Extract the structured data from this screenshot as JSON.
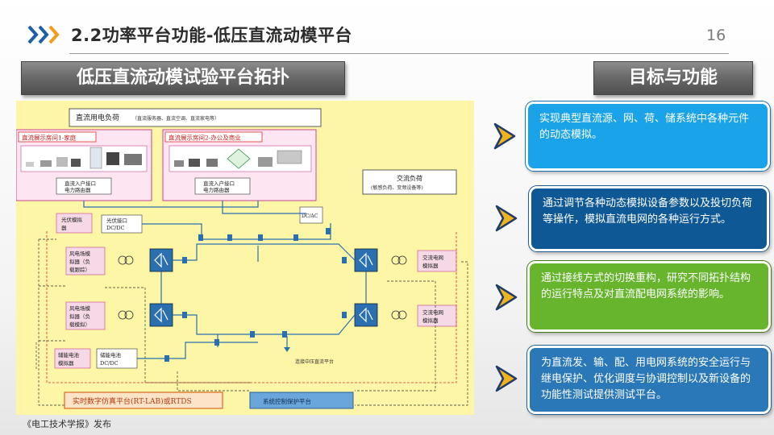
{
  "header": {
    "title": "2.2功率平台功能-低压直流动模平台",
    "page_number": "16"
  },
  "left_section": {
    "title": "低压直流动模试验平台拓扑"
  },
  "right_section": {
    "title": "目标与功能"
  },
  "diagram": {
    "dc_load": {
      "title": "直流用电负荷",
      "subtitle": "（直流服务器、直流空调、直流家电等）"
    },
    "room1": {
      "title": "直流展示房间1-家庭",
      "port_line1": "直流入户接口",
      "port_line2": "电力路由器"
    },
    "room2": {
      "title": "直流展示房间2-办公及商业",
      "port_line1": "直流入户接口",
      "port_line2": "电力路由器"
    },
    "ac_load": {
      "title": "交流负荷",
      "subtitle": "(敏感负荷、变频设备等)"
    },
    "dcac": "DC/AC",
    "pv_sim": {
      "line1": "光伏模拟",
      "line2": "器"
    },
    "pv_port": {
      "line1": "光伏接口",
      "line2": "DC/DC"
    },
    "wind1": {
      "line1": "风电场模",
      "line2": "拟器（负",
      "line3": "载跟踪）"
    },
    "wind2": {
      "line1": "风电场模",
      "line2": "拟器（负",
      "line3": "载模拟）"
    },
    "grid1": {
      "line1": "交流电网",
      "line2": "模拟器"
    },
    "grid2": {
      "line1": "交流电网",
      "line2": "模拟器"
    },
    "battery_sim": {
      "line1": "辅能电池",
      "line2": "模拟器"
    },
    "battery_port": {
      "line1": "储能电池",
      "line2": "DC/DC"
    },
    "arrow_label": "连接中压直流平台",
    "rt_sim": "实时数字仿真平台(RT-LAB)或RTDS",
    "protection": "系统控制保护平台"
  },
  "caption": "《电工技术学报》发布",
  "cards": [
    {
      "text": "实现典型直流源、网、荷、储系统中各种元件的动态模拟。",
      "color": "#1aa3e8"
    },
    {
      "text": "通过调节各种动态模拟设备参数以及投切负荷等操作，模拟直流电网的各种运行方式。",
      "color": "#0f5896"
    },
    {
      "text": "通过接线方式的切换重构，研究不同拓扑结构的运行特点及对直流配电网系统的影响。",
      "color": "#67b52d"
    },
    {
      "text": "为直流发、输、配、用电网系统的安全运行与继电保护、优化调度与协调控制以及新设备的功能性测试提供测试平台。",
      "color": "#2a78b8"
    }
  ],
  "colors": {
    "accent_orange": "#f29a1b",
    "accent_blue": "#1f5ea8",
    "diagram_bg": "#fcf6a6"
  }
}
